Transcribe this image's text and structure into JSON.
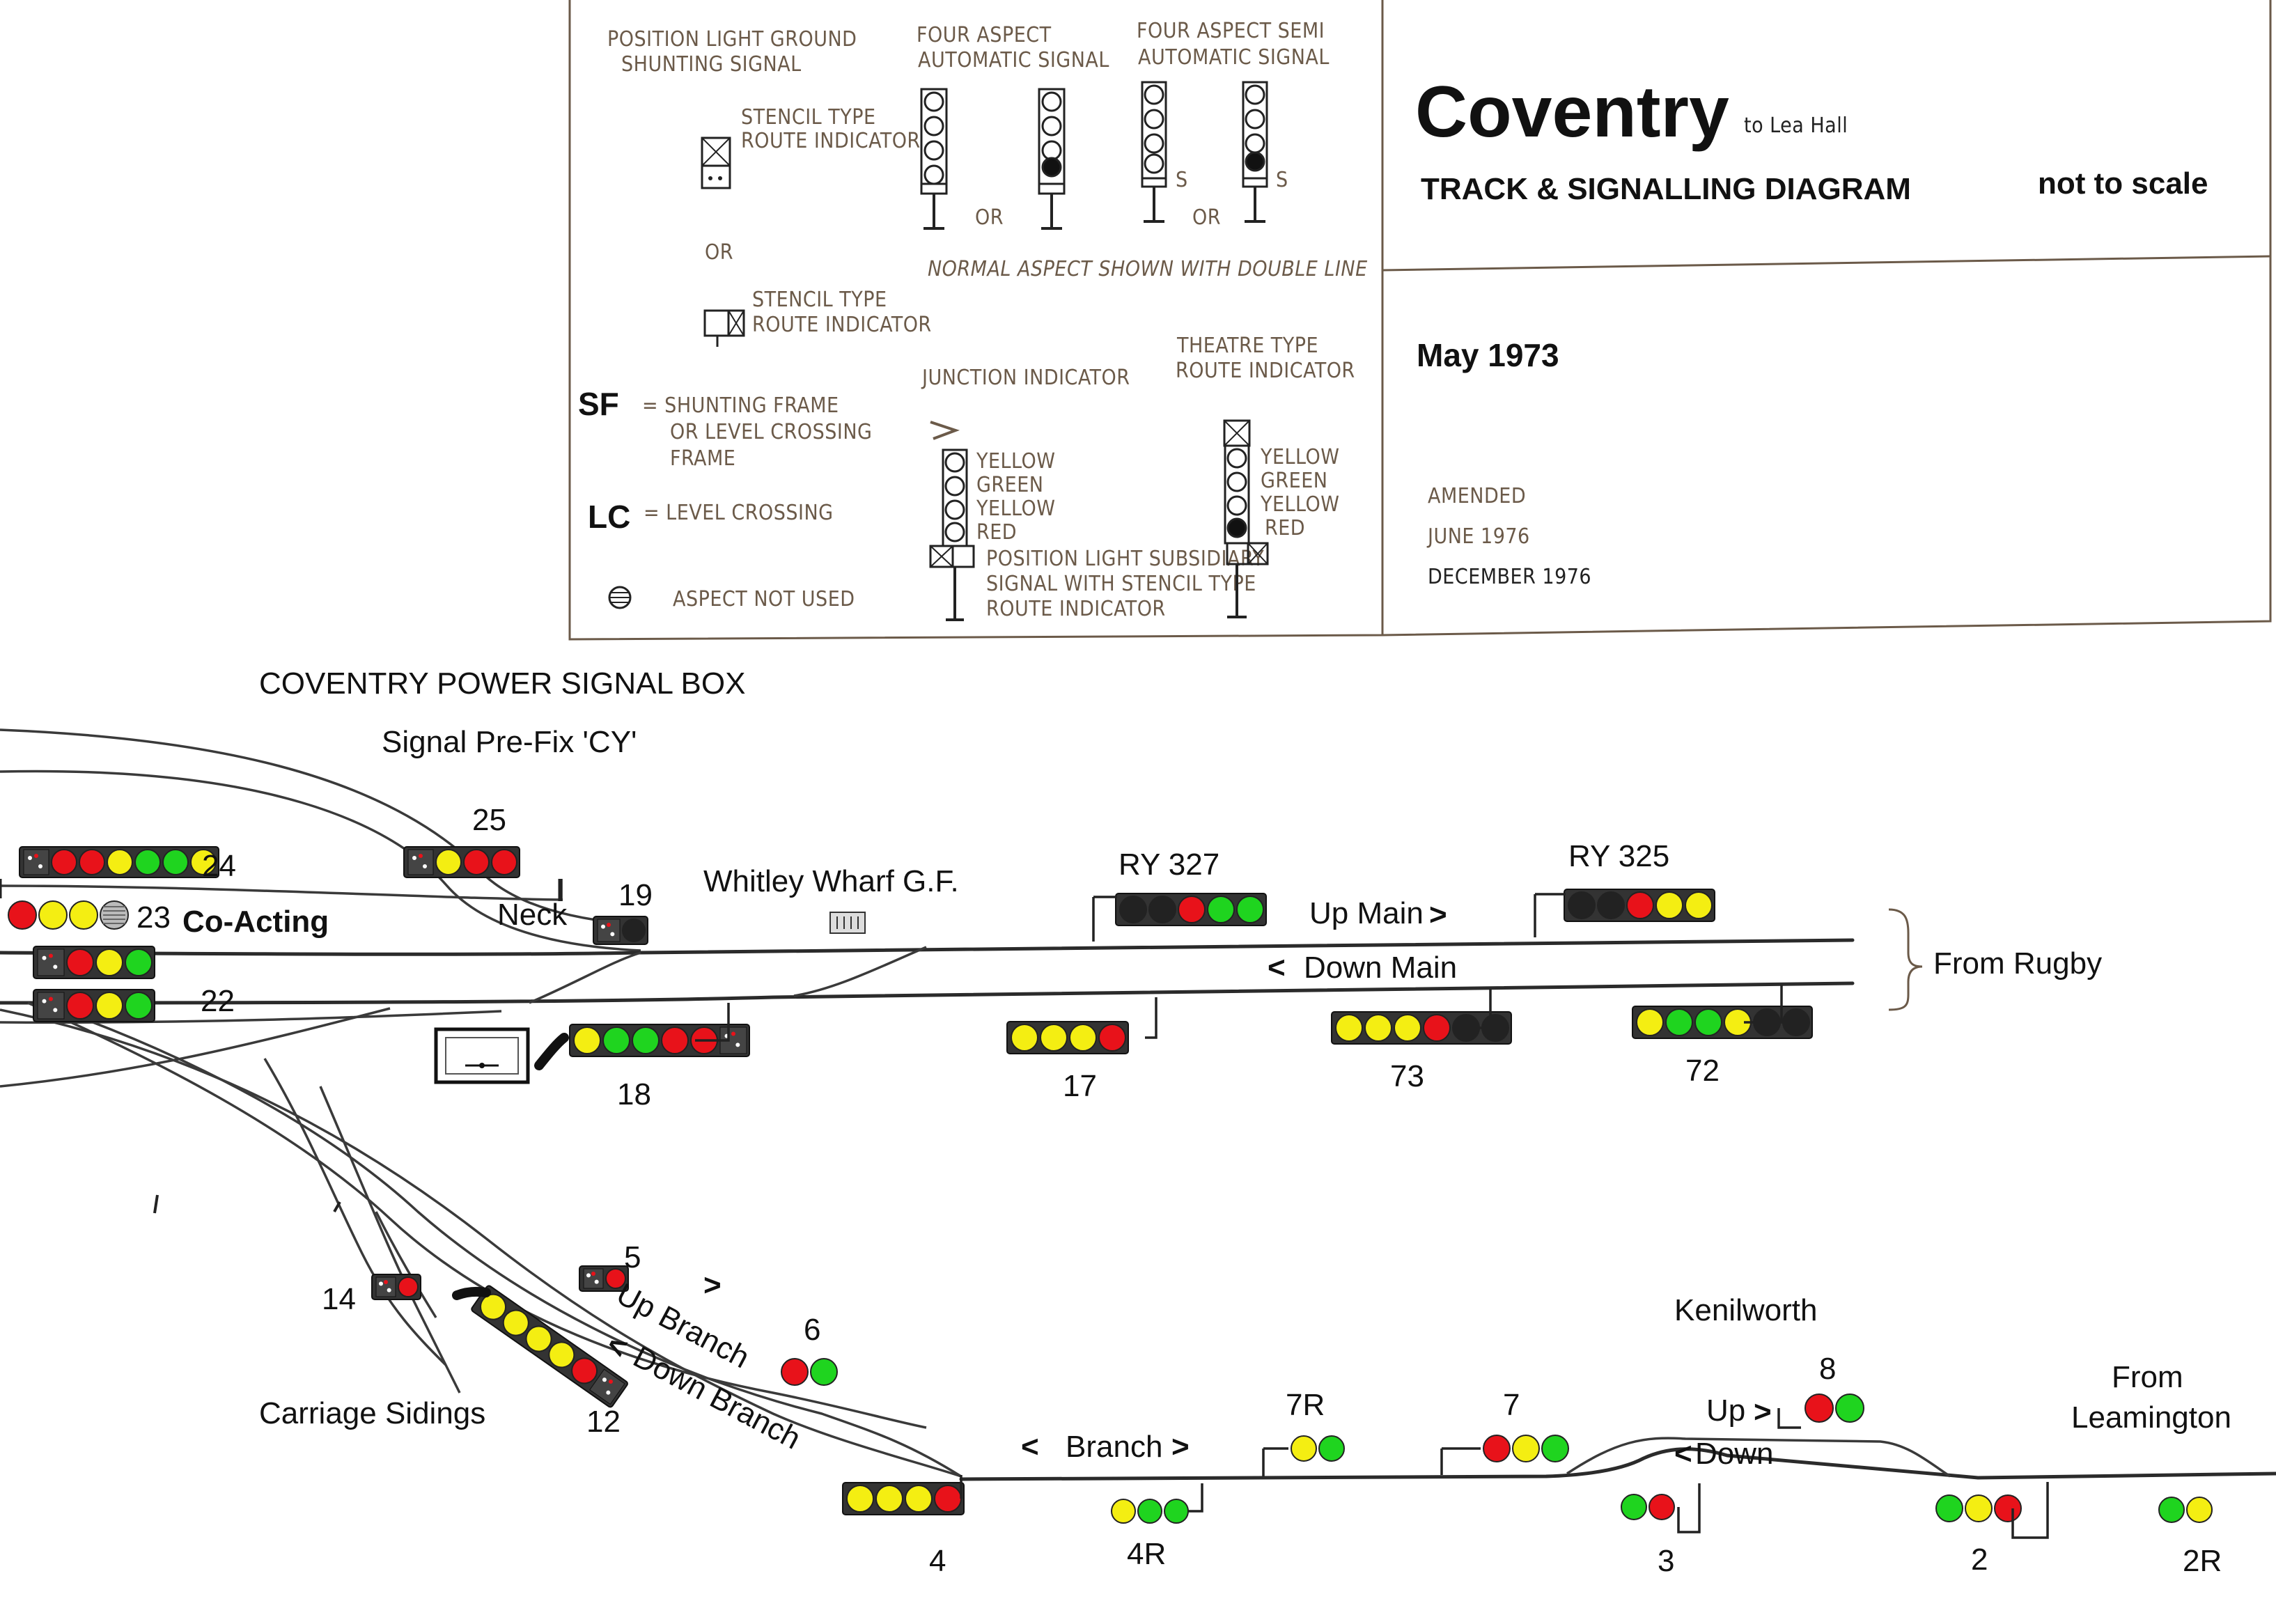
{
  "legend": {
    "position_light_title": [
      "POSITION LIGHT GROUND",
      "SHUNTING SIGNAL"
    ],
    "stencil_route_1": [
      "STENCIL TYPE",
      "ROUTE INDICATOR"
    ],
    "or_text": "OR",
    "stencil_route_2": [
      "STENCIL TYPE",
      "ROUTE INDICATOR"
    ],
    "four_aspect_auto": [
      "FOUR ASPECT",
      "AUTOMATIC SIGNAL"
    ],
    "four_aspect_semi": [
      "FOUR ASPECT SEMI",
      "AUTOMATIC SIGNAL"
    ],
    "s_mark": "S",
    "normal_aspect_note": "NORMAL ASPECT SHOWN WITH DOUBLE LINE",
    "junction_indicator": "JUNCTION INDICATOR",
    "theatre_route": [
      "THEATRE TYPE",
      "ROUTE INDICATOR"
    ],
    "aspect_list": [
      "YELLOW",
      "GREEN",
      "YELLOW",
      "RED"
    ],
    "subsidiary_note": [
      "POSITION LIGHT SUBSIDIARY",
      "SIGNAL WITH STENCIL TYPE",
      "ROUTE INDICATOR"
    ],
    "sf_abbr": "SF",
    "sf_text": [
      "= SHUNTING FRAME",
      "OR LEVEL CROSSING",
      "FRAME"
    ],
    "lc_abbr": "LC",
    "lc_text": "= LEVEL CROSSING",
    "aspect_not_used": "ASPECT NOT USED"
  },
  "title_block": {
    "title": "Coventry",
    "subtitle": "to Lea Hall",
    "diagram_type": "TRACK & SIGNALLING DIAGRAM",
    "scale_note": "not to scale",
    "date": "May 1973",
    "amended_label": "AMENDED",
    "amend_1": "JUNE 1976",
    "amend_2": "DECEMBER 1976"
  },
  "diagram": {
    "box_name": "COVENTRY POWER SIGNAL BOX",
    "prefix": "Signal Pre-Fix 'CY'",
    "signals": {
      "s25": "25",
      "s24": "24",
      "s23": "23",
      "coacting": "Co-Acting",
      "s22": "22",
      "s19": "19",
      "neck": "Neck",
      "s18": "18",
      "s17": "17",
      "ry327": "RY 327",
      "ry325": "RY 325",
      "s73": "73",
      "s72": "72",
      "s5": "5",
      "s6": "6",
      "s14": "14",
      "s12": "12",
      "s4": "4",
      "s7r": "7R",
      "s4r": "4R",
      "s7": "7",
      "s8": "8",
      "s3": "3",
      "s2": "2",
      "s2r": "2R"
    },
    "places": {
      "whitley": "Whitley Wharf G.F.",
      "from_rugby": "From Rugby",
      "carriage_sidings": "Carriage Sidings",
      "kenilworth": "Kenilworth",
      "from_leamington_1": "From",
      "from_leamington_2": "Leamington"
    },
    "lines": {
      "up_main": "Up Main",
      "down_main": "Down Main",
      "up_branch": "Up Branch",
      "down_branch": "Down Branch",
      "branch": "Branch",
      "up": "Up",
      "down": "Down"
    }
  },
  "colors": {
    "red": "#e8121a",
    "yellow": "#f4ee12",
    "green": "#1fd41f",
    "ink": "#6b5a49"
  }
}
